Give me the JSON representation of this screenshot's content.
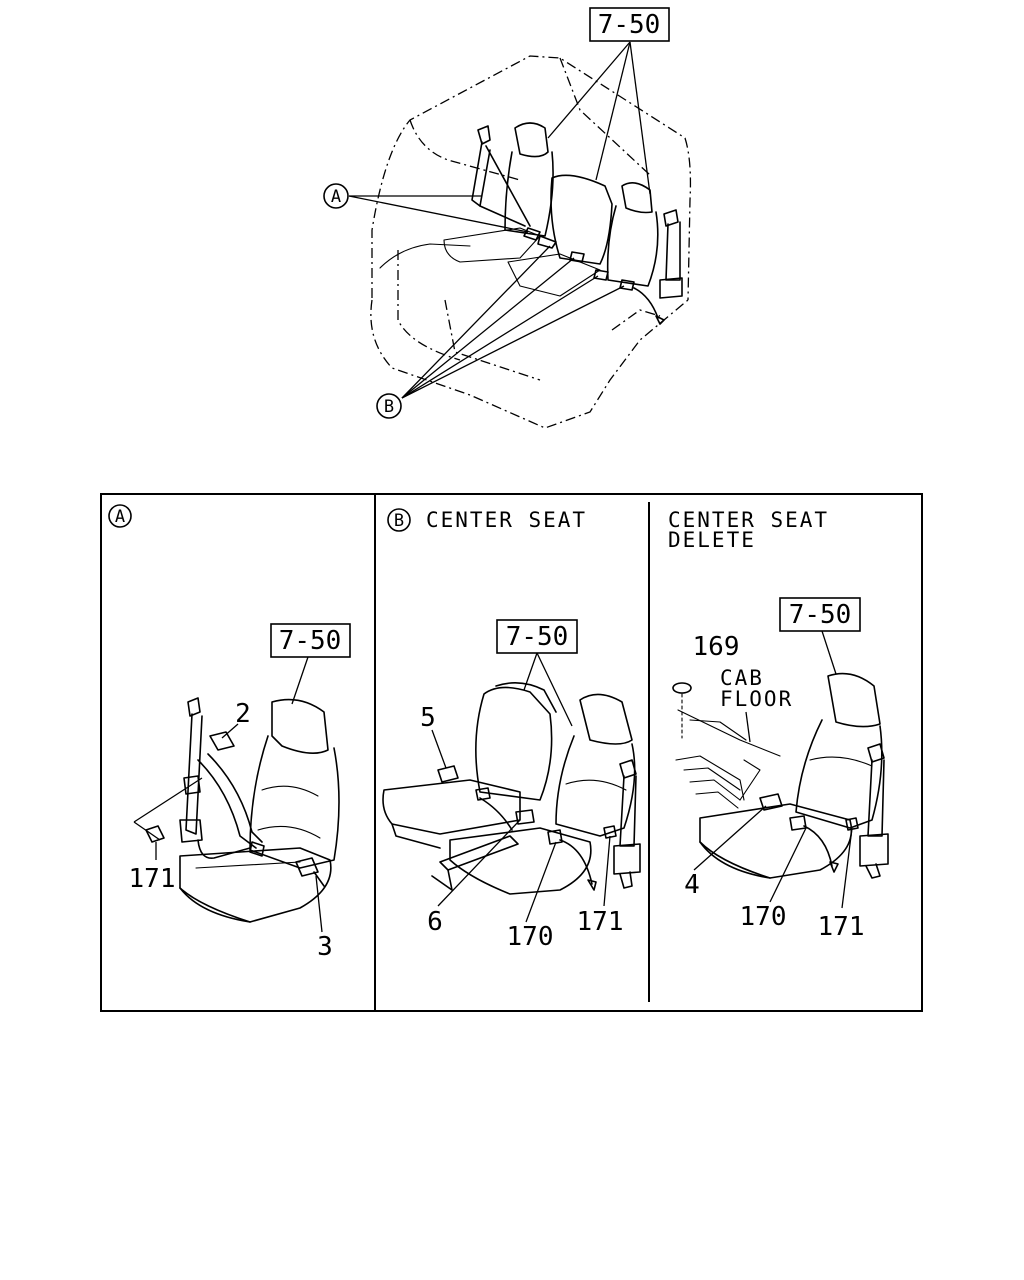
{
  "overview": {
    "ref_box": "7-50",
    "callout_a": "A",
    "callout_b": "B"
  },
  "panel_a": {
    "callout": "A",
    "ref_box": "7-50",
    "parts": [
      "2",
      "171",
      "3"
    ]
  },
  "panel_b": {
    "callout": "B",
    "title": "CENTER SEAT",
    "ref_box": "7-50",
    "parts": [
      "5",
      "6",
      "170",
      "171"
    ]
  },
  "panel_c": {
    "title_line1": "CENTER SEAT",
    "title_line2": "DELETE",
    "ref_box": "7-50",
    "note_line1": "CAB",
    "note_line2": "FLOOR",
    "parts": [
      "169",
      "4",
      "170",
      "171"
    ]
  }
}
